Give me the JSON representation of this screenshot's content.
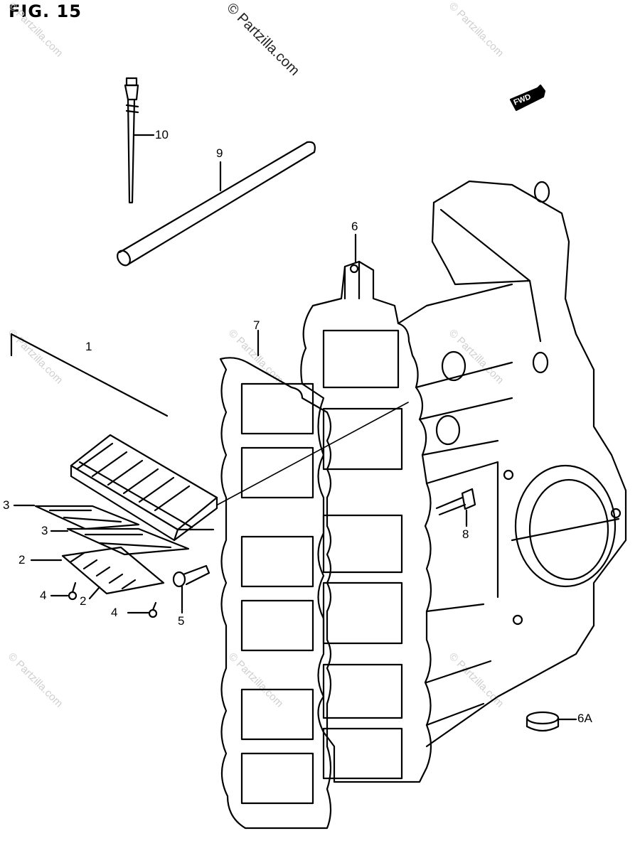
{
  "figure": {
    "title": "FIG. 15"
  },
  "watermark": {
    "text": "© Partzilla.com"
  },
  "direction_tag": {
    "text": "FWD"
  },
  "callouts": {
    "c1": "1",
    "c2a": "2",
    "c2b": "2",
    "c3a": "3",
    "c3b": "3",
    "c4a": "4",
    "c4b": "4",
    "c5": "5",
    "c6": "6",
    "c6a": "6A",
    "c7": "7",
    "c8": "8",
    "c9": "9",
    "c10": "10"
  }
}
